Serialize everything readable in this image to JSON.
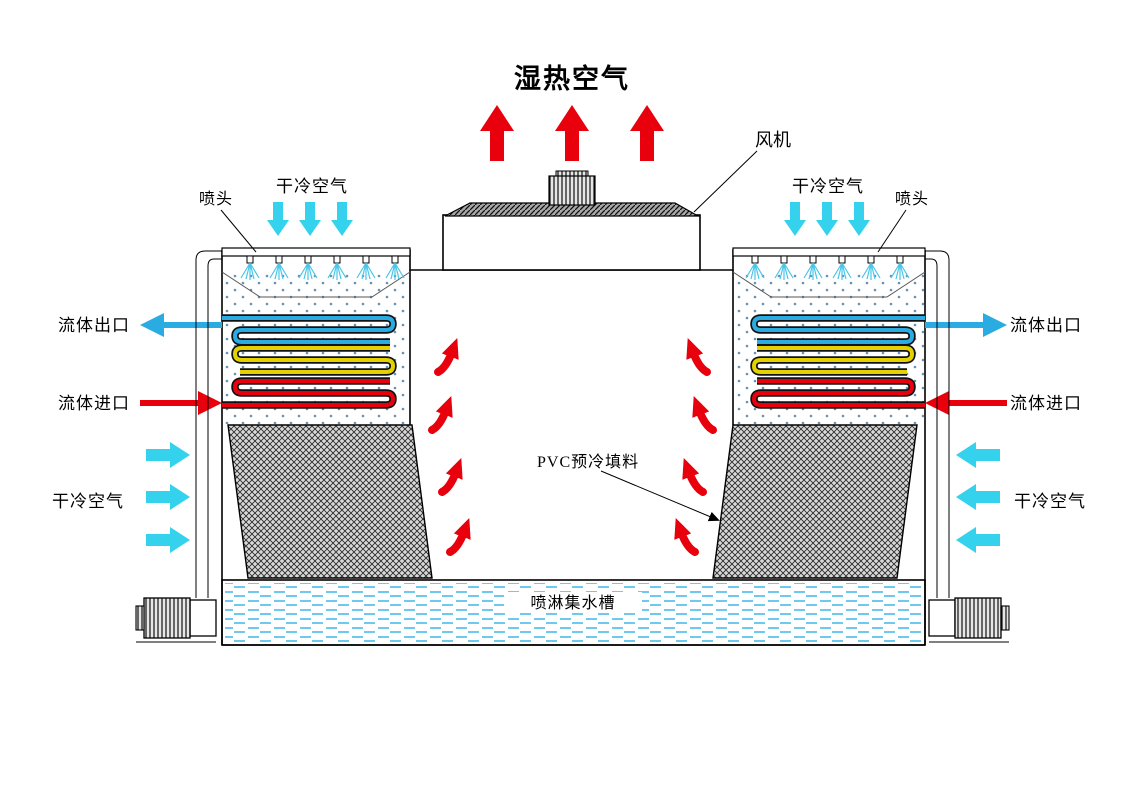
{
  "title": "湿热空气",
  "labels": {
    "fan": "风机",
    "nozzle": "喷头",
    "dry_cold_air": "干冷空气",
    "fluid_outlet": "流体出口",
    "fluid_inlet": "流体进口",
    "pvc_fill": "PVC预冷填料",
    "basin": "喷淋集水槽"
  },
  "colors": {
    "hot_humid_air_arrow": "#e8000d",
    "dry_cold_air_arrow": "#35d2ee",
    "fluid_outlet_arrow": "#2aabe2",
    "fluid_inlet_arrow": "#e8000d",
    "coil_top": "#2aabe2",
    "coil_middle": "#e3d200",
    "coil_bottom": "#e8000d",
    "spray": "#49c6e8",
    "water": "#3fb6e8",
    "outline": "#000000"
  }
}
